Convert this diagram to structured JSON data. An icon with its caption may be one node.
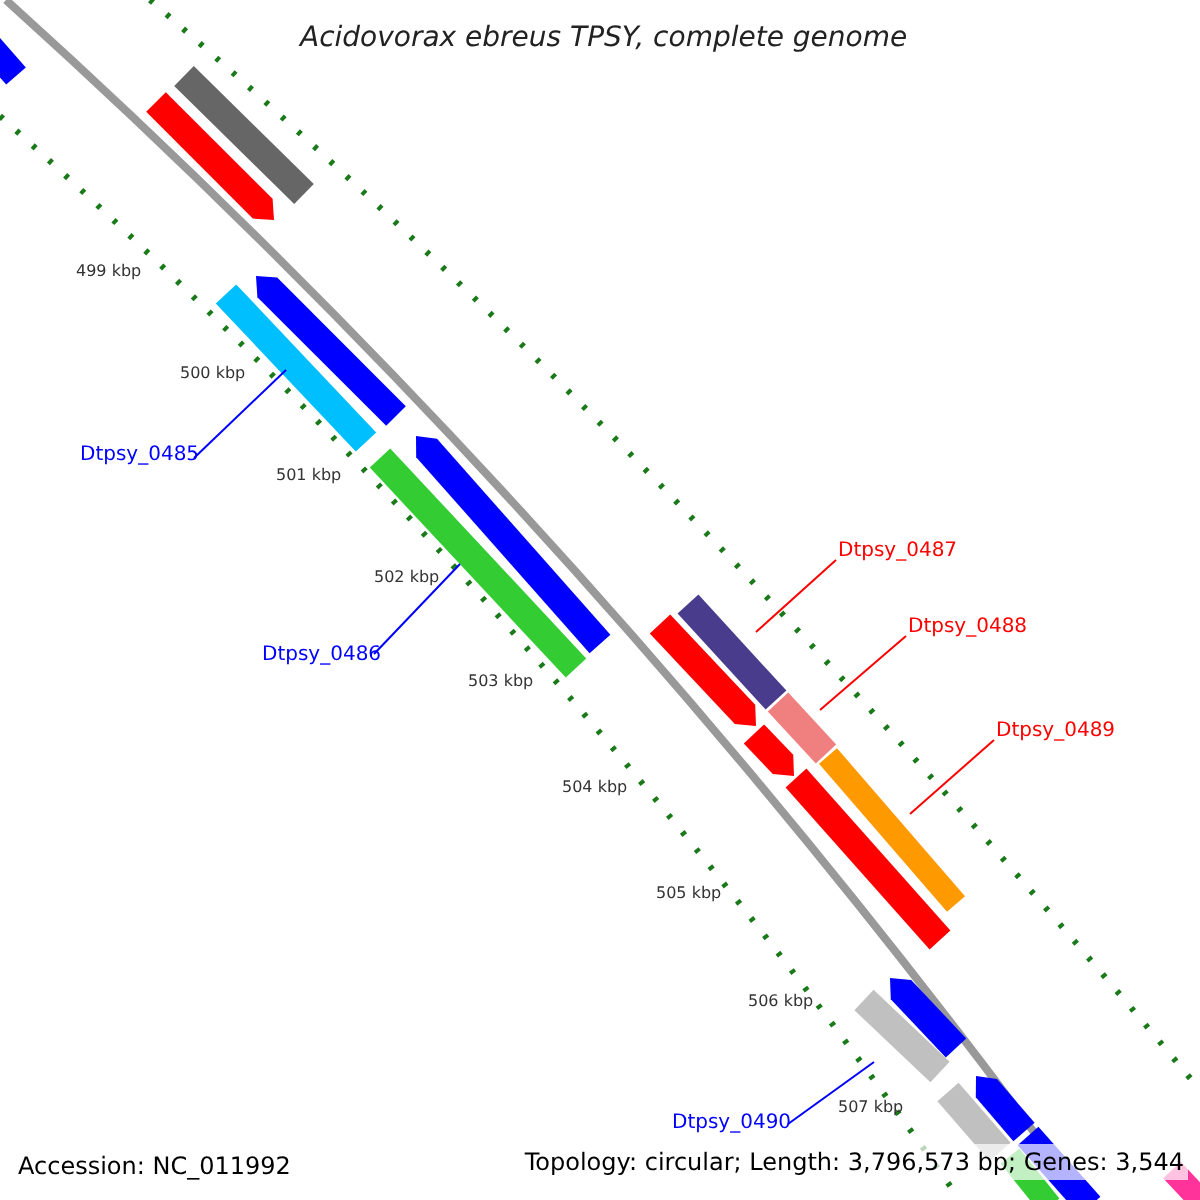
{
  "diagram": {
    "title": "Acidovorax ebreus TPSY, complete genome",
    "nodes": [
      {
        "text": [
          "Dtpsy_0485"
        ]
      },
      {
        "text": [],
        "shape": "bar"
      },
      {
        "text": [
          "Dtpsy_0486"
        ]
      },
      {
        "text": [],
        "shape": "bar"
      },
      {
        "text": [
          "Dtpsy_0487"
        ]
      },
      {
        "text": [],
        "shape": "bar"
      },
      {
        "text": [
          "Dtpsy_0488"
        ]
      },
      {
        "text": [],
        "shape": "bar"
      },
      {
        "text": [
          "Dtpsy_0489"
        ]
      },
      {
        "text": [],
        "shape": "bar"
      },
      {
        "text": [
          "Dtpsy_0490"
        ]
      },
      {
        "text": [],
        "shape": "bar"
      },
      {
        "text": [],
        "shape": "bar"
      },
      {
        "text": [],
        "shape": "bar"
      },
      {
        "text": [],
        "shape": "bar"
      },
      {
        "text": [],
        "shape": "bar"
      },
      {
        "text": [],
        "shape": "bar"
      },
      {
        "text": [],
        "shape": "bar"
      },
      {
        "text": [],
        "shape": "bar"
      },
      {
        "text": [],
        "shape": "bar"
      },
      {
        "text": [],
        "shape": "bar"
      },
      {
        "text": [],
        "shape": "bar"
      },
      {
        "text": [],
        "shape": "bar"
      },
      {
        "text": [],
        "shape": "bar"
      },
      {
        "text": [],
        "shape": "bar"
      },
      {
        "text": [],
        "shape": "bar"
      }
    ],
    "edges": [
      {
        "from": 0,
        "to": 1,
        "arrow": "none"
      },
      {
        "from": 2,
        "to": 3,
        "arrow": "none"
      },
      {
        "from": 4,
        "to": 5,
        "arrow": "none",
        "color": "#ff0000"
      },
      {
        "from": 6,
        "to": 7,
        "arrow": "none",
        "color": "#ff0000"
      },
      {
        "from": 8,
        "to": 9,
        "arrow": "none",
        "color": "#ff0000"
      },
      {
        "from": 10,
        "to": 11,
        "arrow": "none"
      }
    ],
    "labels": [
      "499 kbp",
      "500 kbp",
      "501 kbp",
      "502 kbp",
      "503 kbp",
      "504 kbp",
      "505 kbp",
      "506 kbp",
      "507 kbp",
      "Accession: NC_011992",
      "Topology: circular; Length: 3,796,573 bp; Genes: 3,544"
    ]
  }
}
